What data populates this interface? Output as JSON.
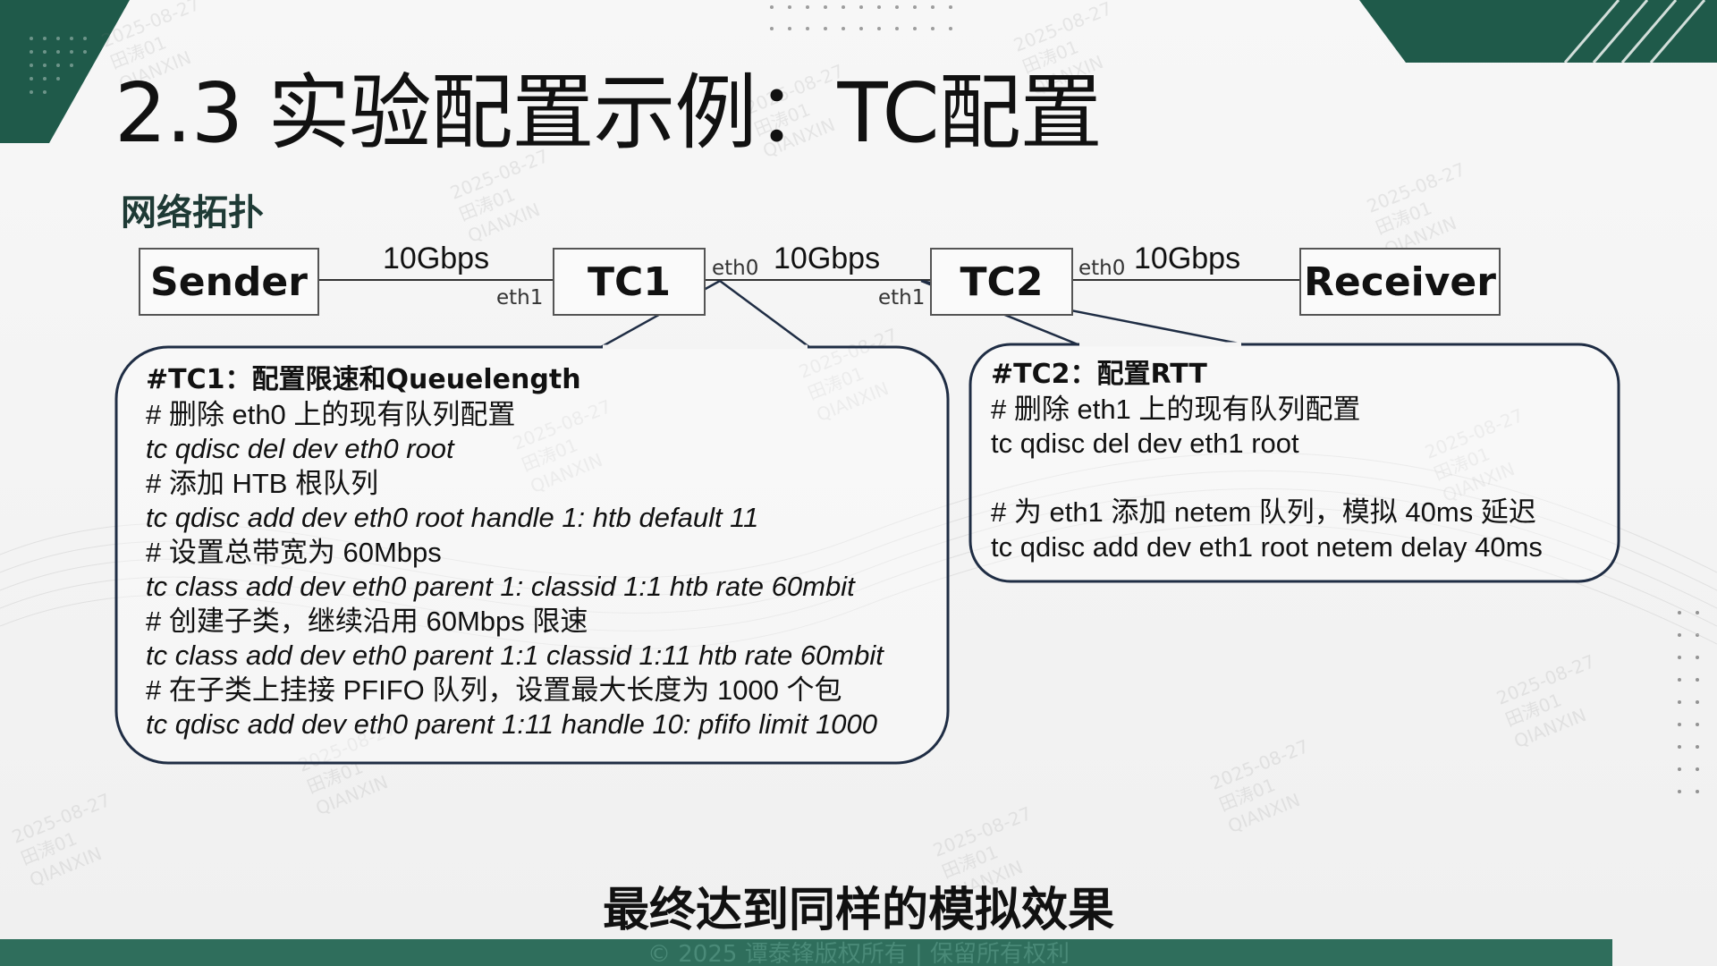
{
  "slide": {
    "title": "2.3 实验配置示例：TC配置",
    "section_heading": "网络拓扑",
    "conclusion": "最终达到同样的模拟效果",
    "footer": "© 2025 谭泰锋版权所有 | 保留所有权利",
    "watermark_lines": [
      "2025-08-27",
      "田涛01",
      "QIANXIN"
    ]
  },
  "topology": {
    "nodes": {
      "sender": "Sender",
      "tc1": "TC1",
      "tc2": "TC2",
      "receiver": "Receiver"
    },
    "links": {
      "sender_tc1": "10Gbps",
      "tc1_tc2": "10Gbps",
      "tc2_receiver": "10Gbps"
    },
    "interfaces": {
      "tc1_left": "eth1",
      "tc1_right": "eth0",
      "tc2_left": "eth1",
      "tc2_right": "eth0"
    }
  },
  "tc1_config": {
    "heading": "#TC1：配置限速和Queuelength",
    "lines": [
      "# 删除 eth0 上的现有队列配置",
      "tc qdisc del dev eth0 root",
      "# 添加 HTB 根队列",
      "tc qdisc add dev eth0 root handle 1: htb default 11",
      "# 设置总带宽为 60Mbps",
      "tc class add dev eth0 parent 1: classid 1:1 htb rate 60mbit",
      "# 创建子类，继续沿用 60Mbps 限速",
      "tc class add dev eth0 parent 1:1 classid 1:11 htb rate 60mbit",
      "# 在子类上挂接 PFIFO 队列，设置最大长度为 1000 个包",
      "tc qdisc add dev eth0 parent 1:11 handle 10: pfifo limit 1000"
    ]
  },
  "tc2_config": {
    "heading": "#TC2：配置RTT",
    "lines": [
      "# 删除 eth1 上的现有队列配置",
      "tc qdisc del dev eth1 root",
      "# 为 eth1 添加 netem 队列，模拟 40ms 延迟",
      "tc qdisc add dev eth1 root netem delay 40ms"
    ]
  },
  "colors": {
    "brand_green": "#1f5a4a",
    "footer_green": "#2f6e5c"
  }
}
